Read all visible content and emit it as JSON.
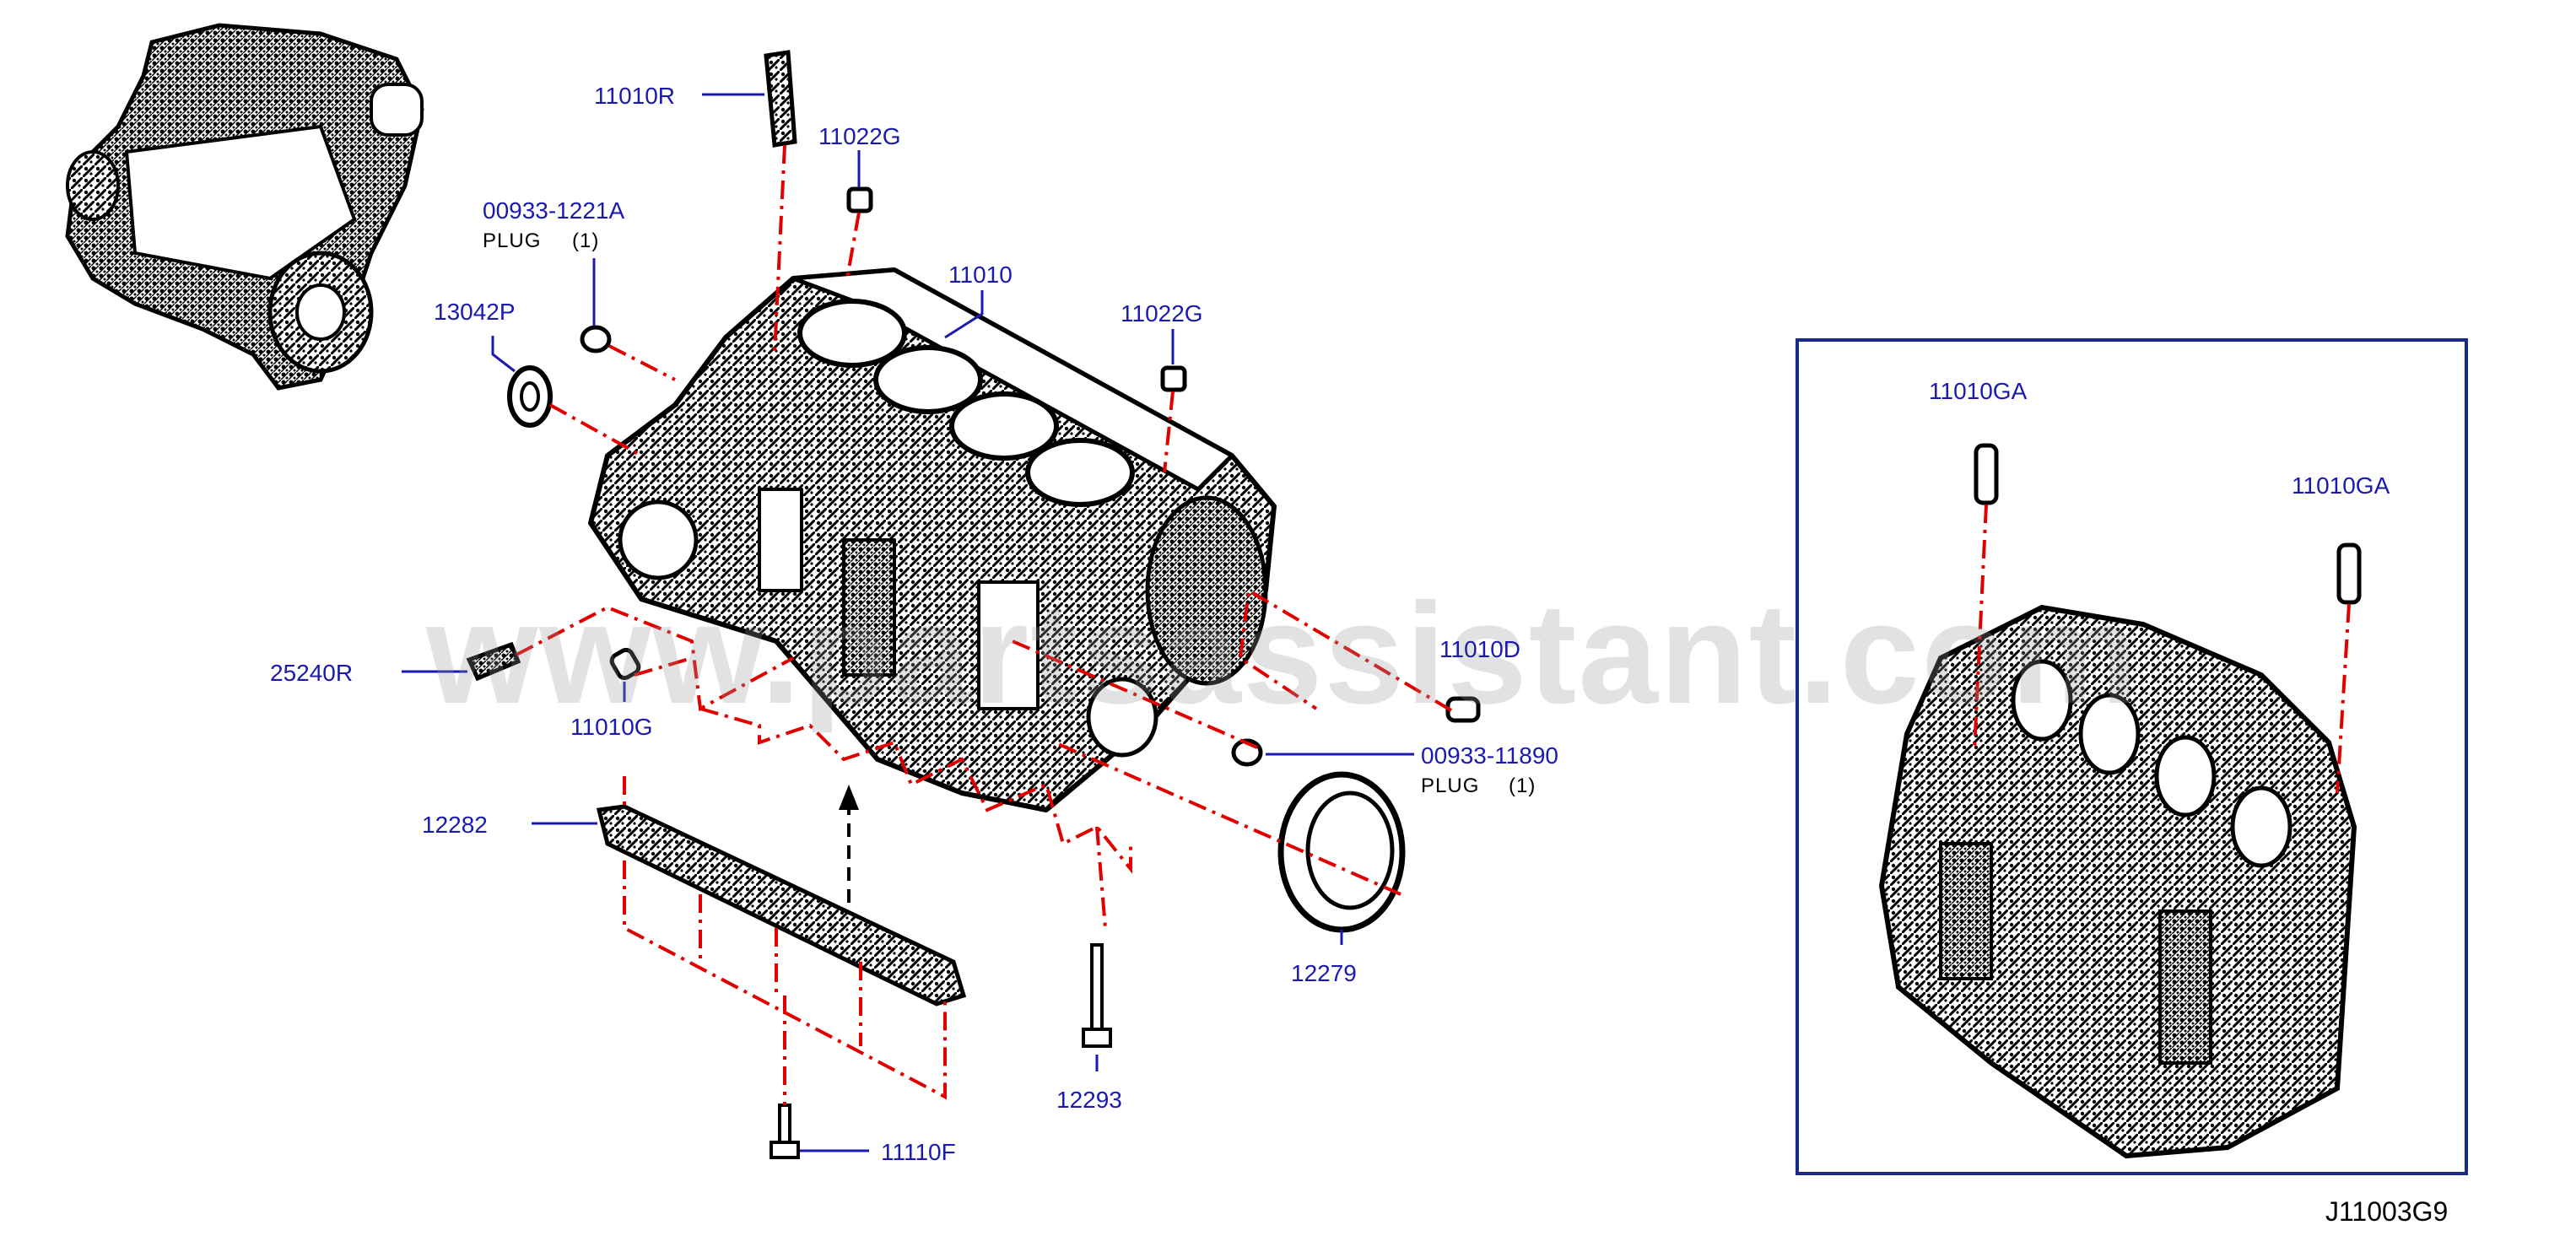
{
  "labels": {
    "l_11010R": "11010R",
    "l_11022G_a": "11022G",
    "l_00933_1221A": "00933-1221A",
    "l_plug_1": "PLUG",
    "l_qty_1": "(1)",
    "l_11010": "11010",
    "l_11022G_b": "11022G",
    "l_13042P": "13042P",
    "l_25240R": "25240R",
    "l_11010G": "11010G",
    "l_11010D": "11010D",
    "l_00933_11890": "00933-11890",
    "l_plug_2": "PLUG",
    "l_qty_2": "(1)",
    "l_12282": "12282",
    "l_12279": "12279",
    "l_12293": "12293",
    "l_11110F": "11110F",
    "l_11010GA_a": "11010GA",
    "l_11010GA_b": "11010GA"
  },
  "diagram_ref": "J11003G9",
  "watermark": "www.partsassistant.com",
  "colors": {
    "label": "#1a1ab0",
    "leader": "#1a1ab0",
    "phantom": "#e00000",
    "linework": "#000000",
    "inset_border": "#1a2a8c"
  }
}
